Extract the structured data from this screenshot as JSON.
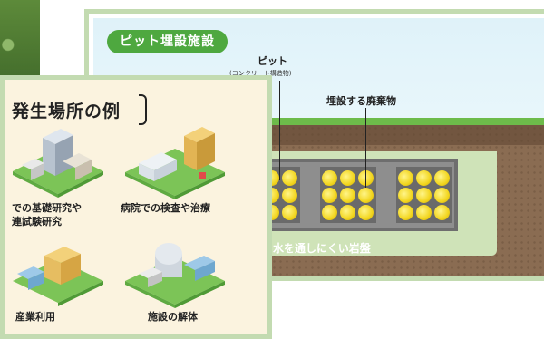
{
  "pit_panel": {
    "badge": "ピット埋設施設",
    "pit_label": "ピット",
    "pit_sublabel": "(コンクリート構造物)",
    "waste_label": "埋設する廃棄物",
    "rock_label": "水を通しにくい岩盤"
  },
  "sources_panel": {
    "title": "発生場所の例",
    "items": [
      {
        "caption_line1": "での基礎研究や",
        "caption_line2": "連試験研究"
      },
      {
        "caption_line1": "病院での検査や治療",
        "caption_line2": ""
      },
      {
        "caption_line1": "産業利用",
        "caption_line2": ""
      },
      {
        "caption_line1": "施設の解体",
        "caption_line2": ""
      }
    ]
  },
  "colors": {
    "frame": "#c3dbb1",
    "badge": "#4ea83f",
    "front_bg": "#fbf3df",
    "soil": "#8a6c52",
    "waste_drum": "#f2d51d"
  }
}
